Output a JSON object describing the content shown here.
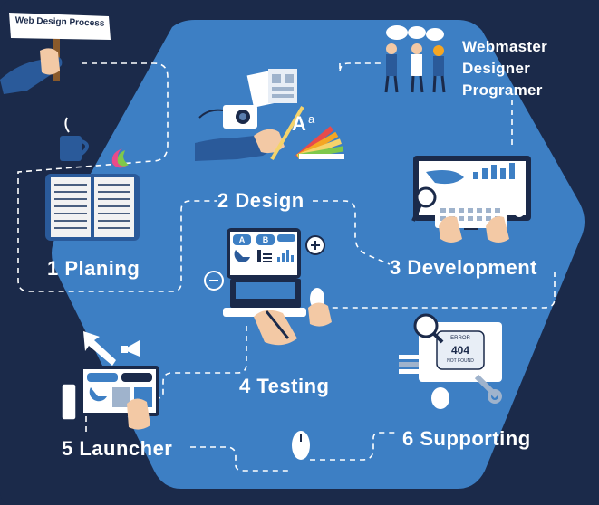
{
  "sign": {
    "text": "Web Design Process"
  },
  "roles": [
    "Webmaster",
    "Designer",
    "Programer"
  ],
  "steps": {
    "planing": "1 Planing",
    "design": "2 Design",
    "development": "3 Development",
    "testing": "4 Testing",
    "launcher": "5 Launcher",
    "supporting": "6 Supporting"
  },
  "tablet": {
    "tab_a": "A",
    "tab_b": "B"
  },
  "error_screen": {
    "title": "ERROR",
    "code": "404",
    "caption": "NOT FOUND"
  },
  "font_icon": {
    "big": "A",
    "small": "a"
  },
  "colors": {
    "background": "#1b2a4a",
    "hexagon": "#3d7fc4",
    "accent_dark": "#2a5a9a",
    "white": "#ffffff"
  }
}
